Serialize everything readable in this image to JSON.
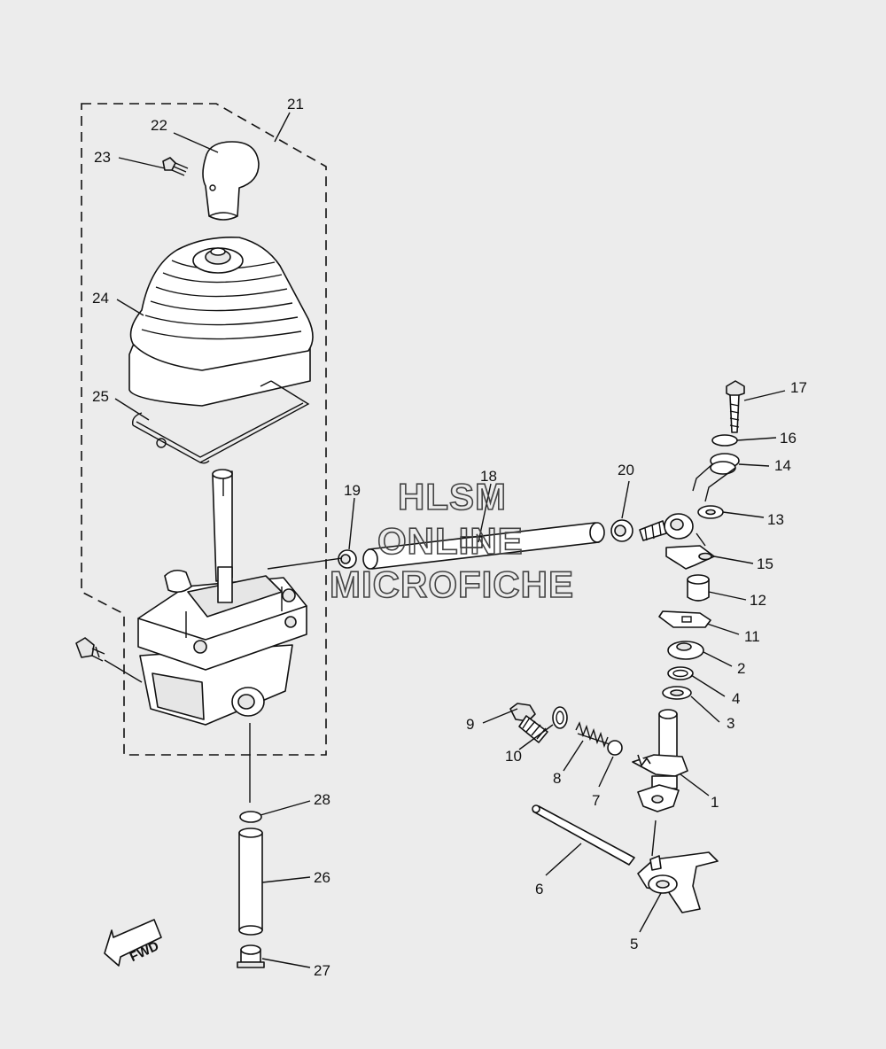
{
  "labels": {
    "p1": "1",
    "p2": "2",
    "p3": "3",
    "p4": "4",
    "p5": "5",
    "p6": "6",
    "p7": "7",
    "p8": "8",
    "p9": "9",
    "p10": "10",
    "p11": "11",
    "p12": "12",
    "p13": "13",
    "p14": "14",
    "p15": "15",
    "p16": "16",
    "p17": "17",
    "p18": "18",
    "p19": "19",
    "p20": "20",
    "p21": "21",
    "p22": "22",
    "p23": "23",
    "p24": "24",
    "p25": "25",
    "p26": "26",
    "p27": "27",
    "p28": "28"
  },
  "watermark": {
    "line1": "HLSM",
    "line2": "ONLINE",
    "line3": "MICROFICHE"
  },
  "direction_arrow": {
    "label": "FWD"
  }
}
